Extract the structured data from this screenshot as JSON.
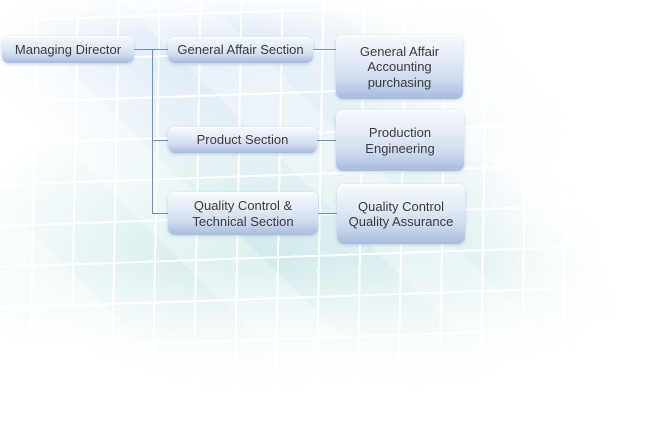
{
  "org_chart": {
    "root": {
      "label": "Managing Director"
    },
    "rows": [
      {
        "section": {
          "lines": [
            "General Affair Section"
          ]
        },
        "sub": {
          "lines": [
            "General Affair",
            "Accounting",
            "purchasing"
          ]
        }
      },
      {
        "section": {
          "lines": [
            "Product Section"
          ]
        },
        "sub": {
          "lines": [
            "Production",
            "Engineering"
          ]
        }
      },
      {
        "section": {
          "lines": [
            "Quality Control &",
            "Technical Section"
          ]
        },
        "sub": {
          "lines": [
            "Quality Control",
            "Quality Assurance"
          ]
        }
      }
    ]
  },
  "colors": {
    "connector": "#6f92c4",
    "box_top": "#f7fafd",
    "box_bottom": "#a6bbdd",
    "text": "#3b3b3b",
    "tile_blue": "#d5e5f5",
    "tile_teal": "#c9e7e8"
  }
}
